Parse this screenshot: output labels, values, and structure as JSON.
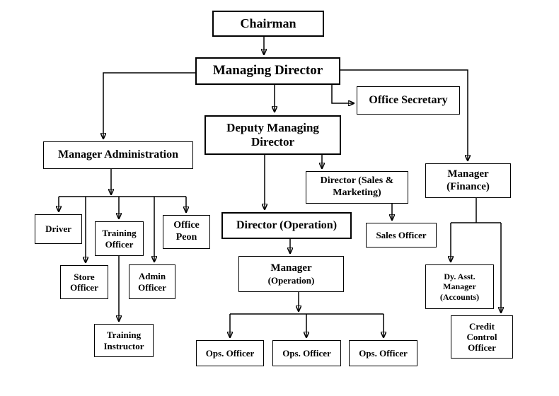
{
  "nodes": {
    "chairman": {
      "label": "Chairman"
    },
    "managing_director": {
      "label": "Managing Director"
    },
    "office_secretary": {
      "label": "Office Secretary"
    },
    "deputy_managing_director": {
      "label": "Deputy Managing\nDirector"
    },
    "manager_administration": {
      "label": "Manager Administration"
    },
    "director_sales_marketing": {
      "label": "Director (Sales &\nMarketing)"
    },
    "manager_finance": {
      "label": "Manager\n(Finance)"
    },
    "director_operation": {
      "label": "Director (Operation)"
    },
    "sales_officer": {
      "label": "Sales Officer"
    },
    "driver": {
      "label": "Driver"
    },
    "training_officer": {
      "label": "Training\nOfficer"
    },
    "office_peon": {
      "label": "Office\nPeon"
    },
    "store_officer": {
      "label": "Store\nOfficer"
    },
    "admin_officer": {
      "label": "Admin\nOfficer"
    },
    "training_instructor": {
      "label": "Training\nInstructor"
    },
    "manager_operation": {
      "title": "Manager",
      "subtitle": "(Operation)"
    },
    "dy_asst_manager_accounts": {
      "label": "Dy. Asst.\nManager\n(Accounts)"
    },
    "credit_control_officer": {
      "label": "Credit\nControl\nOfficer"
    },
    "ops_officer_1": {
      "label": "Ops. Officer"
    },
    "ops_officer_2": {
      "label": "Ops. Officer"
    },
    "ops_officer_3": {
      "label": "Ops. Officer"
    }
  },
  "edges": [
    {
      "from": "chairman",
      "to": "managing_director"
    },
    {
      "from": "managing_director",
      "to": "office_secretary"
    },
    {
      "from": "managing_director",
      "to": "manager_administration"
    },
    {
      "from": "managing_director",
      "to": "deputy_managing_director"
    },
    {
      "from": "managing_director",
      "to": "manager_finance"
    },
    {
      "from": "deputy_managing_director",
      "to": "director_operation"
    },
    {
      "from": "deputy_managing_director",
      "to": "director_sales_marketing"
    },
    {
      "from": "director_sales_marketing",
      "to": "sales_officer"
    },
    {
      "from": "director_operation",
      "to": "manager_operation"
    },
    {
      "from": "manager_administration",
      "to": "driver"
    },
    {
      "from": "manager_administration",
      "to": "store_officer"
    },
    {
      "from": "manager_administration",
      "to": "training_officer"
    },
    {
      "from": "manager_administration",
      "to": "admin_officer"
    },
    {
      "from": "manager_administration",
      "to": "office_peon"
    },
    {
      "from": "training_officer",
      "to": "training_instructor"
    },
    {
      "from": "manager_operation",
      "to": "ops_officer_1"
    },
    {
      "from": "manager_operation",
      "to": "ops_officer_2"
    },
    {
      "from": "manager_operation",
      "to": "ops_officer_3"
    },
    {
      "from": "manager_finance",
      "to": "dy_asst_manager_accounts"
    },
    {
      "from": "manager_finance",
      "to": "credit_control_officer"
    }
  ],
  "colors": {
    "background": "#ffffff",
    "line": "#000000",
    "box_border": "#000000",
    "text": "#000000"
  }
}
